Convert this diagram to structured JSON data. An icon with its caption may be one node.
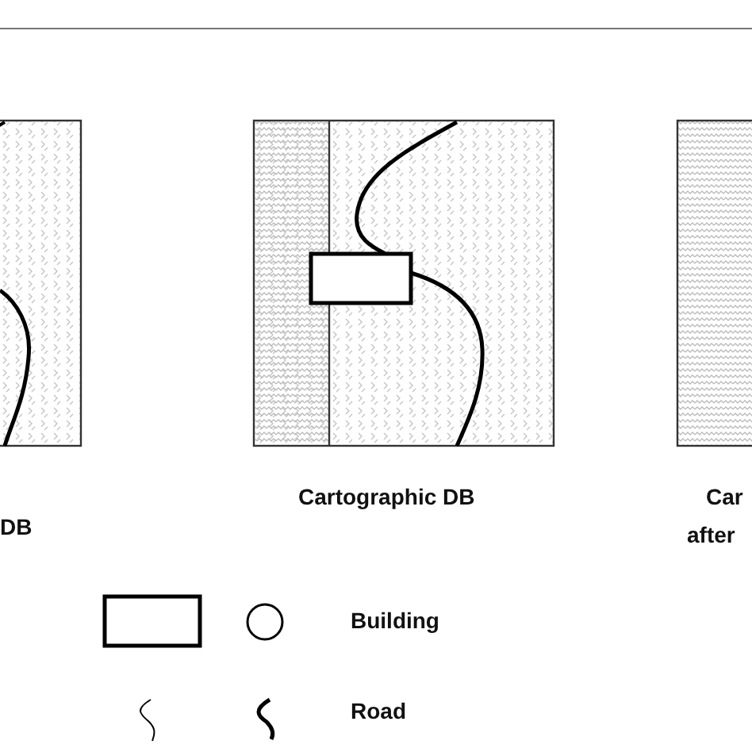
{
  "diagram": {
    "labels": [
      "DB",
      "Cartographic DB",
      "Car",
      "after"
    ],
    "legend": [
      {
        "text": "Building"
      },
      {
        "text": "Road"
      }
    ]
  }
}
